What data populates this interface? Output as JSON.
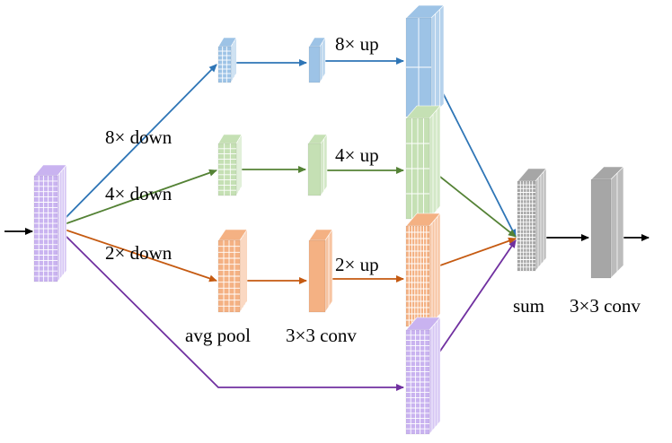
{
  "labels": {
    "down8": "8× down",
    "down4": "4× down",
    "down2": "2× down",
    "up8": "8× up",
    "up4": "4× up",
    "up2": "2× up",
    "avgpool": "avg pool",
    "conv_mid": "3×3 conv",
    "sum": "sum",
    "conv_out": "3×3 conv"
  },
  "colors": {
    "blue": "#2e75b6",
    "green": "#548235",
    "orange": "#c55a11",
    "purple": "#7030a0",
    "black": "#000000",
    "blue_fill": "#9dc3e6",
    "green_fill": "#c5e0b4",
    "orange_fill": "#f4b183",
    "purple_fill": "#c9b3f0",
    "gray_fill": "#a6a6a6"
  }
}
